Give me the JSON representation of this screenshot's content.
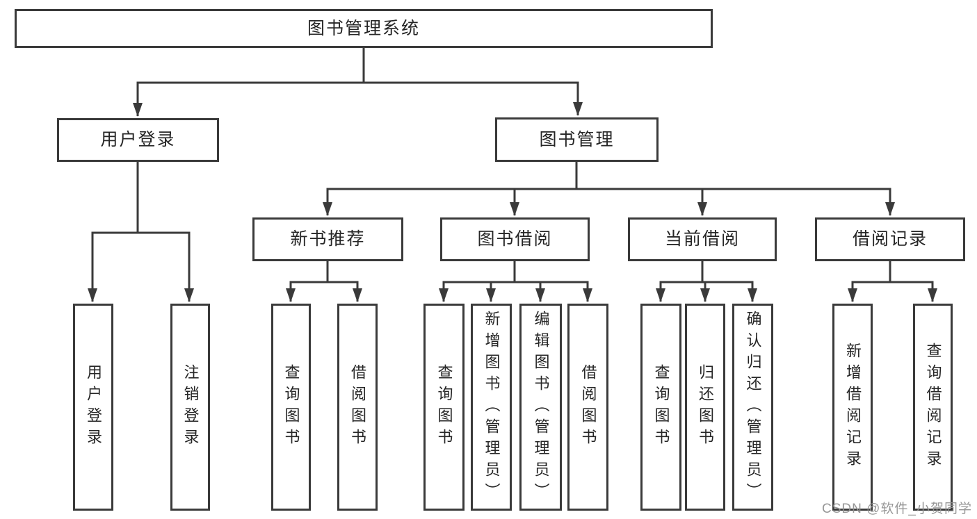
{
  "diagram_type": "hierarchy",
  "colors": {
    "background": "#ffffff",
    "line": "#3a3a3a",
    "box_border": "#3a3a3a",
    "text": "#262626",
    "watermark": "#919191"
  },
  "tree": {
    "root": {
      "label": "图书管理系统",
      "children": [
        {
          "label": "用户登录",
          "children": [
            {
              "label": "用户登录"
            },
            {
              "label": "注销登录"
            }
          ]
        },
        {
          "label": "图书管理",
          "children": [
            {
              "label": "新书推荐",
              "children": [
                {
                  "label": "查询图书"
                },
                {
                  "label": "借阅图书"
                }
              ]
            },
            {
              "label": "图书借阅",
              "children": [
                {
                  "label": "查询图书"
                },
                {
                  "label": "新增图书（管理员）"
                },
                {
                  "label": "编辑图书（管理员）"
                },
                {
                  "label": "借阅图书"
                }
              ]
            },
            {
              "label": "当前借阅",
              "children": [
                {
                  "label": "查询图书"
                },
                {
                  "label": "归还图书"
                },
                {
                  "label": "确认归还（管理员）"
                }
              ]
            },
            {
              "label": "借阅记录",
              "children": [
                {
                  "label": "新增借阅记录"
                },
                {
                  "label": "查询借阅记录"
                }
              ]
            }
          ]
        }
      ]
    }
  },
  "watermark": {
    "text": "CSDN @软件_小贺同学"
  }
}
